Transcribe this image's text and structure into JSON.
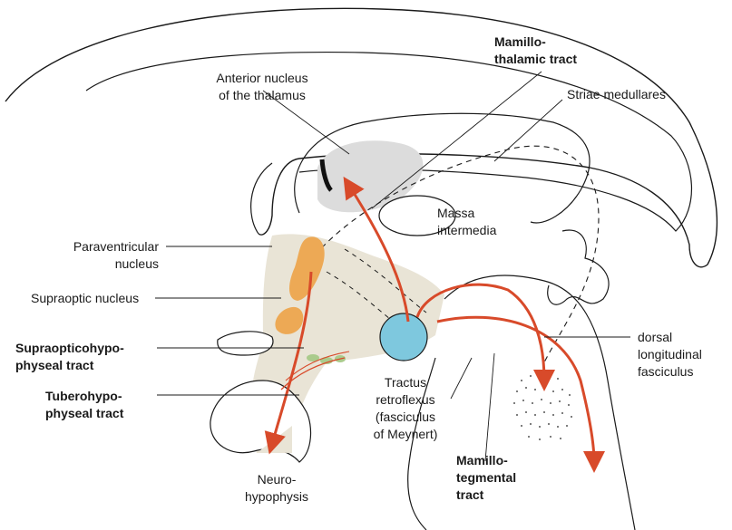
{
  "labels": {
    "mamillothalamic": [
      "Mamillo-",
      "thalamic tract"
    ],
    "anterior_nucleus": [
      "Anterior nucleus",
      "of the thalamus"
    ],
    "striae": [
      "Striae medullares"
    ],
    "massa": [
      "Massa",
      "intermedia"
    ],
    "paraventricular": [
      "Paraventricular",
      "nucleus"
    ],
    "supraoptic": [
      "Supraoptic nucleus"
    ],
    "supraopticohypophyseal": [
      "Supraopticohypo-",
      "physeal tract"
    ],
    "tuberohypophyseal": [
      "Tuberohypo-",
      "physeal tract"
    ],
    "tractus_retroflexus": [
      "Tractus",
      "retroflexus",
      "(fasciculus",
      "of Meynert)"
    ],
    "neurohypophysis": [
      "Neuro-",
      "hypophysis"
    ],
    "mamillotegmental": [
      "Mamillo-",
      "tegmental",
      "tract"
    ],
    "dorsal_longitudinal": [
      "dorsal",
      "longitudinal",
      "fasciculus"
    ]
  },
  "colors": {
    "tract_arrow": "#d84a2a",
    "nucleus_orange": "#eda955",
    "mamillary_body": "#7ec8de",
    "hypothalamus_fill": "#e9e4d6",
    "thalamus_gray": "#dcdcdc",
    "green_cells": "#aacb8c"
  }
}
